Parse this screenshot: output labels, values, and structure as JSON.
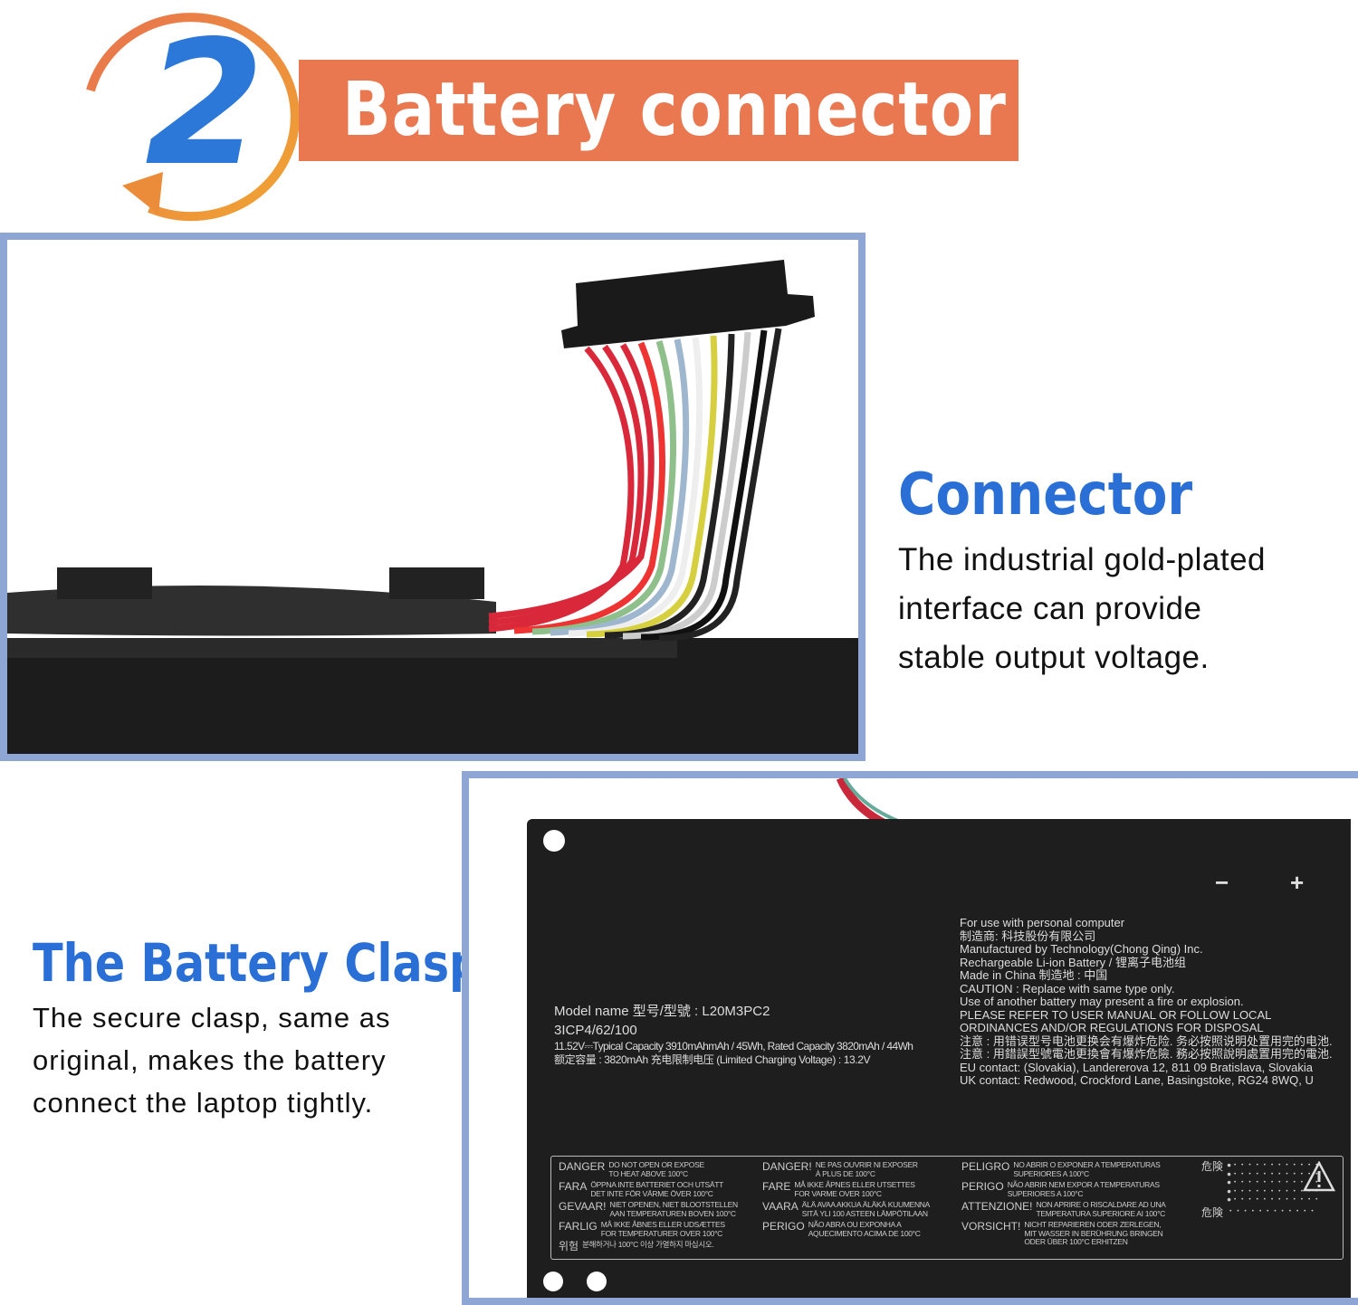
{
  "header": {
    "step_number": "2",
    "title": "Battery connector"
  },
  "connector": {
    "heading": "Connector",
    "lines": [
      "The industrial gold-plated",
      "interface can provide",
      "stable output voltage."
    ]
  },
  "clasp": {
    "heading": "The Battery Clasp",
    "lines": [
      "The secure clasp, same as",
      "original, makes the battery",
      "connect the laptop tightly."
    ]
  },
  "battery_label": {
    "polarity": [
      "−",
      "+"
    ],
    "left": [
      "Model name 型号/型號  : L20M3PC2",
      "3ICP4/62/100",
      "11.52V⎓Typical Capacity 3910mAhmAh / 45Wh, Rated Capacity 3820mAh / 44Wh",
      "额定容量 : 3820mAh    充电限制电压 (Limited Charging Voltage) : 13.2V"
    ],
    "right": [
      "For use with            personal computer",
      "制造商:        科技股份有限公司",
      "Manufactured by          Technology(Chong Qing) Inc.",
      "Rechargeable Li-ion Battery / 锂离子电池组",
      "Made in China  制造地 : 中国",
      "CAUTION : Replace with same type only.",
      "Use of another battery may present a fire or explosion.",
      "PLEASE REFER TO USER MANUAL OR FOLLOW LOCAL",
      "ORDINANCES AND/OR REGULATIONS FOR DISPOSAL",
      "注意 : 用错误型号电池更换会有爆炸危险. 务必按照说明处置用完的电池.",
      "注意 : 用錯誤型號電池更換會有爆炸危險. 務必按照說明處置用完的電池.",
      "EU contact:              (Slovakia), Landererova 12, 811 09 Bratislava, Slovakia",
      "UK contact:              Redwood, Crockford Lane, Basingstoke, RG24 8WQ, U"
    ],
    "warnings": [
      [
        {
          "k": "DANGER",
          "v": "DO NOT OPEN OR EXPOSE\n   TO HEAT ABOVE 100°C"
        },
        {
          "k": "FARA",
          "v": "ÖPPNA INTE BATTERIET OCH UTSÄTT\n DET INTE FÖR VÄRME ÖVER 100°C"
        },
        {
          "k": "GEVAAR!",
          "v": "NIET OPENEN, NIET BLOOTSTELLEN\n AAN TEMPERATUREN BOVEN 100°C"
        },
        {
          "k": "FARLIG",
          "v": "MÅ IKKE ÅBNES ELLER UDSÆTTES\n FOR TEMPERATURER OVER 100°C"
        },
        {
          "k": "위험",
          "v": "분해하거나 100°C 이상 가열하지 마십시오."
        }
      ],
      [
        {
          "k": "DANGER!",
          "v": "NE PAS OUVRIR NI EXPOSER\n   À PLUS DE 100°C"
        },
        {
          "k": "FARE",
          "v": "MÅ IKKE ÅPNES ELLER UTSETTES\n FOR VARME OVER 100°C"
        },
        {
          "k": "VAARA",
          "v": "ÄLÄ AVAA AKKUA ÄLÄKÄ KUUMENNA\n SITÄ YLI 100 ASTEEN LÄMPÖTILAAN"
        },
        {
          "k": "PERIGO",
          "v": "NÃO ABRA OU EXPONHA A\n AQUECIMENTO ACIMA DE 100°C"
        }
      ],
      [
        {
          "k": "PELIGRO",
          "v": "NO ABRIR O EXPONER A TEMPERATURAS\nSUPERIORES A 100°C"
        },
        {
          "k": "PERIGO",
          "v": "NÃO ABRIR NEM EXPOR A TEMPERATURAS\nSUPERIORES A 100°C"
        },
        {
          "k": "ATTENZIONE!",
          "v": "NON APRIRE O RISCALDARE AD UNA\n TEMPERATURA SUPERIORE AI 100°C"
        },
        {
          "k": "VORSICHT!",
          "v": "NICHT REPARIEREN ODER ZERLEGEN,\nMIT WASSER IN BERÜHRUNG BRINGEN\nODER ÜBER 100°C ERHITZEN"
        }
      ],
      [
        {
          "k": "危険",
          "v": "●・・・・・・・・・・・・\n●・・・・・・・・・・・・\n●・・・・・・・・・・・・\n●・・・・・・・・・・・・\n●・・・・・・・・・・・・"
        },
        {
          "k": "危険",
          "v": "・・・・・・・・・・・・"
        }
      ]
    ]
  },
  "colors": {
    "banner": "#e9774f",
    "accent_blue": "#2a6fd6",
    "frame": "#8ea6d4"
  }
}
